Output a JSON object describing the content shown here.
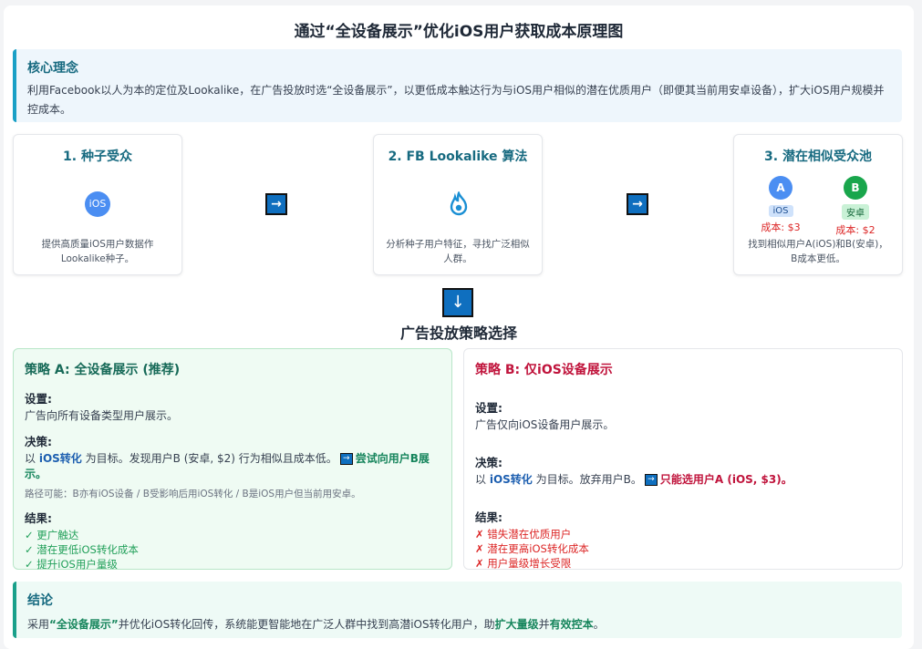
{
  "title": "通过“全设备展示”优化iOS用户获取成本原理图",
  "concept": {
    "heading": "核心理念",
    "text": "利用Facebook以人为本的定位及Lookalike，在广告投放时选“全设备展示”，以更低成本触达行为与iOS用户相似的潜在优质用户（即便其当前用安卓设备），扩大iOS用户规模并控成本。"
  },
  "steps": [
    {
      "title": "1. 种子受众",
      "icon_label": "iOS",
      "desc": "提供高质量iOS用户数据作Lookalike种子。"
    },
    {
      "title": "2. FB Lookalike 算法",
      "icon": "fire-icon",
      "desc": "分析种子用户特征，寻找广泛相似人群。"
    },
    {
      "title": "3. 潜在相似受众池",
      "desc": "找到相似用户A(iOS)和B(安卓)，B成本更低。",
      "users": [
        {
          "letter": "A",
          "tag": "iOS",
          "cost": "成本: $3",
          "color": "#4b8ef2",
          "tag_bg": "#cfe2fb",
          "tag_color": "#1d4f91"
        },
        {
          "letter": "B",
          "tag": "安卓",
          "cost": "成本: $2",
          "color": "#19a64c",
          "tag_bg": "#c9f1d6",
          "tag_color": "#14683a"
        }
      ]
    }
  ],
  "arrows": {
    "right": "→",
    "down": "↓"
  },
  "strategy_section_title": "广告投放策略选择",
  "strategy_a": {
    "title": "策略 A: 全设备展示 (推荐)",
    "setting_label": "设置:",
    "setting_text": "广告向所有设备类型用户展示。",
    "decision_label": "决策:",
    "decision_pre": "以",
    "decision_hl": "iOS转化",
    "decision_mid": "为目标。发现用户B (安卓, $2) 行为相似且成本低。",
    "decision_target": "尝试向用户B展示。",
    "path_note": "路径可能：B亦有iOS设备 / B受影响后用iOS转化 / B是iOS用户但当前用安卓。",
    "result_label": "结果:",
    "results": [
      "✓ 更广触达",
      "✓ 潜在更低iOS转化成本",
      "✓ 提升iOS用户量级"
    ]
  },
  "strategy_b": {
    "title": "策略 B: 仅iOS设备展示",
    "setting_label": "设置:",
    "setting_text": "广告仅向iOS设备用户展示。",
    "decision_label": "决策:",
    "decision_pre": "以",
    "decision_hl": "iOS转化",
    "decision_mid": "为目标。放弃用户B。",
    "decision_target": "只能选用户A (iOS, $3)。",
    "result_label": "结果:",
    "results": [
      "✗ 错失潜在优质用户",
      "✗ 潜在更高iOS转化成本",
      "✗ 用户量级增长受限"
    ]
  },
  "conclusion": {
    "heading": "结论",
    "pre": "采用",
    "strong1": "“全设备展示”",
    "mid": "并优化iOS转化回传，系统能更智能地在广泛人群中找到高潜iOS转化用户，助",
    "strong2": "扩大量级",
    "and": "并",
    "strong3": "有效控本",
    "end": "。"
  }
}
